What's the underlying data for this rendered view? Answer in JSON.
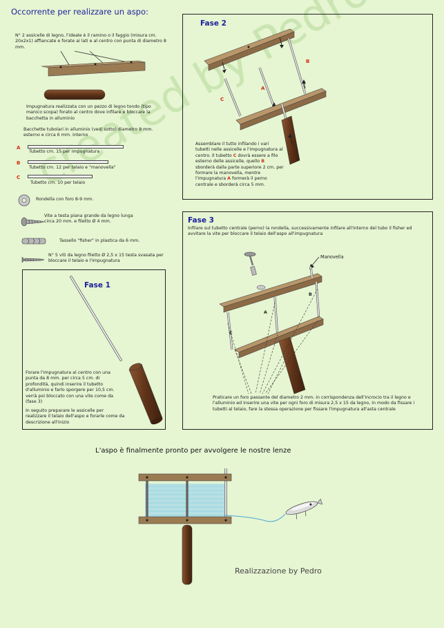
{
  "title": "Occorrente per realizzare un aspo:",
  "materials": {
    "assicelle": "N° 2 assicelle di legno, l'ideale è il ramino o il faggio (misura cm. 20x2x1) affiancate e forate ai lati e al centro con punta di diametro 8 mm.",
    "impugnatura": "Impugnatura realizzata con un pezzo di legno tondo (tipo manico scopa) forato al centro dove infilare e bloccare la bacchetta in alluminio",
    "bacchette": "Bacchette tubolari in alluminio (vedi sotto) diametro 8 mm. esterno e circa 6 mm. interno",
    "tubes": [
      {
        "letter": "A",
        "label": "Tubetto cm. 15 per impugnatura"
      },
      {
        "letter": "B",
        "label": "Tubetto cm. 12 per telaio e \"manovella\""
      },
      {
        "letter": "C",
        "label": "Tubetto cm. 10 per telaio"
      }
    ],
    "rondella": "Rondella con foro 8-9 mm.",
    "vite": "Vite a testa piana grande da legno lunga circa 20 mm. e filetto Ø 4 mm.",
    "tassello": "Tassello \"fisher\" in plastica da 6 mm.",
    "viti": "N° 5 viti da legno filetto Ø 2,5 x 15 testa svasata per bloccare il telaio e l'impugnatura"
  },
  "fase1": {
    "title": "Fase 1",
    "text1": "Forare l'impugnatura al centro con una punta da 8 mm. per circa 5 cm. di profondità, quindi inserire il tubetto d'alluminio e farlo sporgere per 10,5 cm. verrà poi bloccato con una vite come da (fase 3)",
    "text2": "In seguito preparare le assicelle per realizzare il telaio dell'aspo e forarle come da descrizione all'inizio"
  },
  "fase2": {
    "title": "Fase 2",
    "text_a": "Assemblare il tutto infilando i vari tubetti nelle assicelle e l'impugnatura al centro. Il tubetto",
    "letter_c": "C",
    "text_b": "dovrà essere a filo esterno delle assicelle, quello",
    "letter_b": "B",
    "text_c": "sborderà dalla parte superiore 2 cm. per formare la manovella, mentre l'impugnatura",
    "letter_a": "A",
    "text_d": "formerà il perno centrale e sborderà circa 5 mm.",
    "labels": {
      "a": "A",
      "b": "B",
      "c": "C"
    }
  },
  "fase3": {
    "title": "Fase 3",
    "text_top": "Infilare sul tubetto centrale (perno) la rondella, successivamente infilare all'interno del tubo il fisher ed avvitare la vite per bloccare il telaio dell'aspo all'impugnatura",
    "manovella": "Manovella",
    "labels": {
      "a": "A",
      "b": "B",
      "c": "C"
    },
    "text_bottom": "Praticare un foro passante del diametro 2 mm. in corrispondenza dell'incrocio tra il legno e l'alluminio ed inserire una vite per ogni foro di misura 2,5 x 15 da legno, in modo da fissare i tubetti al telaio, fare la stessa operazione per fissare l'impugnatura all'asta centrale"
  },
  "final_text": "L'aspo è finalmente pronto per avvolgere le nostre lenze",
  "signature": "Realizzazione by Pedro",
  "watermark": "created by Pedro",
  "colors": {
    "background": "#e6f5d2",
    "title": "#1b1f9a",
    "letters": "#d42a10",
    "wood": "#8b6a45",
    "handle": "#6b3c20"
  }
}
